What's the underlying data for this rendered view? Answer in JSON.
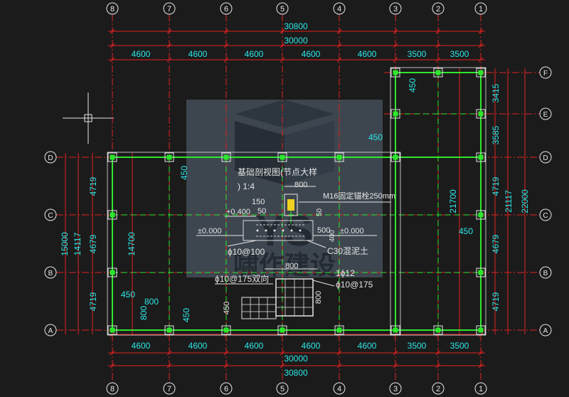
{
  "grid": {
    "top_labels": [
      "8",
      "7",
      "6",
      "5",
      "4",
      "3",
      "2",
      "1"
    ],
    "right_labels": [
      "F",
      "E",
      "D",
      "C",
      "B",
      "A"
    ],
    "left_labels": [
      "D",
      "C",
      "B",
      "A"
    ]
  },
  "dims": {
    "overall_a": "30800",
    "overall_b": "30000",
    "bays": [
      "4600",
      "4600",
      "4600",
      "4600",
      "4600",
      "3500",
      "3500"
    ],
    "left_outer": "15000",
    "left_mid": "14117",
    "left_inner": [
      "4719",
      "4679",
      "4719"
    ],
    "left_clear": "14700",
    "right_inner": [
      "3415",
      "3585",
      "4719",
      "4679",
      "4719"
    ],
    "right_mid": "21117",
    "right_outer": "22000",
    "right_clear": "21700",
    "d450": "450",
    "d800": "800"
  },
  "detail": {
    "title": "基础剖视图(节点大样",
    "scale": ") 1:4",
    "dim_800": "800",
    "dim_150": "150",
    "dim_50": "50",
    "elev_top": "+0.400",
    "elev_zero": "±0.000",
    "dim_500": "500",
    "dim_400": "400",
    "anchor": "M16固定锚栓250mm",
    "rebar1": "ϕ10@100",
    "concrete": "C30混泥土",
    "rebar2": "1ϕ12",
    "rebar3": "ϕ10@175",
    "rebar4": "ϕ10@175双向",
    "plan_800": "800",
    "plan_800v": "800",
    "plan_450": "450"
  },
  "watermark": {
    "text": "YS 啸作建设"
  }
}
